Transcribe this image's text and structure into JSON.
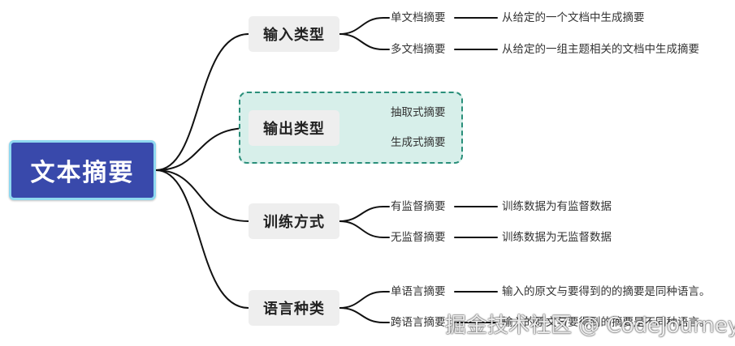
{
  "root": {
    "label": "文本摘要"
  },
  "categories": [
    {
      "label": "输入类型",
      "items": [
        {
          "label": "单文档摘要",
          "desc": "从给定的一个文档中生成摘要"
        },
        {
          "label": "多文档摘要",
          "desc": "从给定的一组主题相关的文档中生成摘要"
        }
      ]
    },
    {
      "label": "输出类型",
      "highlighted": true,
      "items": [
        {
          "label": "抽取式摘要"
        },
        {
          "label": "生成式摘要"
        }
      ]
    },
    {
      "label": "训练方式",
      "items": [
        {
          "label": "有监督摘要",
          "desc": "训练数据为有监督数据"
        },
        {
          "label": "无监督摘要",
          "desc": "训练数据为无监督数据"
        }
      ]
    },
    {
      "label": "语言种类",
      "items": [
        {
          "label": "单语言摘要",
          "desc": "输入的原文与要得到的的摘要是同种语言。"
        },
        {
          "label": "跨语言摘要",
          "desc": "输入的原文与要得到的摘要是不同种语言。"
        }
      ]
    }
  ],
  "watermark": "掘金技术社区 @ CodeJourney",
  "colors": {
    "root_fill": "#3949ab",
    "root_border": "#8fd8f0",
    "highlight_fill": "#d7efea",
    "highlight_border": "#2a8f7a",
    "line": "#111111"
  }
}
